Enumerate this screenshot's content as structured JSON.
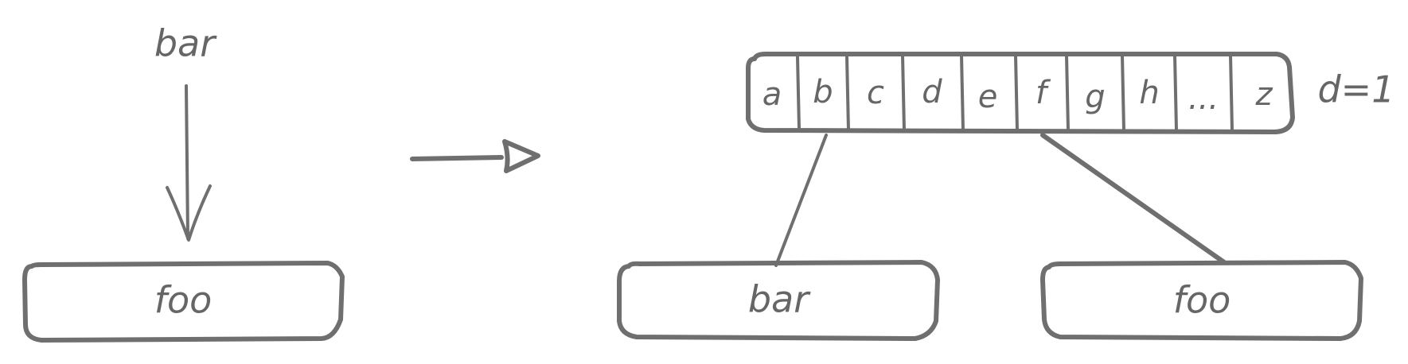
{
  "left_panel": {
    "input_label": "bar",
    "node_label": "foo"
  },
  "right_panel": {
    "cells": [
      "a",
      "b",
      "c",
      "d",
      "e",
      "f",
      "g",
      "h",
      "...",
      "z"
    ],
    "depth_label": "d=1",
    "child_left_label": "bar",
    "child_right_label": "foo"
  },
  "colors": {
    "stroke": "#6f6f6f",
    "text": "#666666"
  }
}
